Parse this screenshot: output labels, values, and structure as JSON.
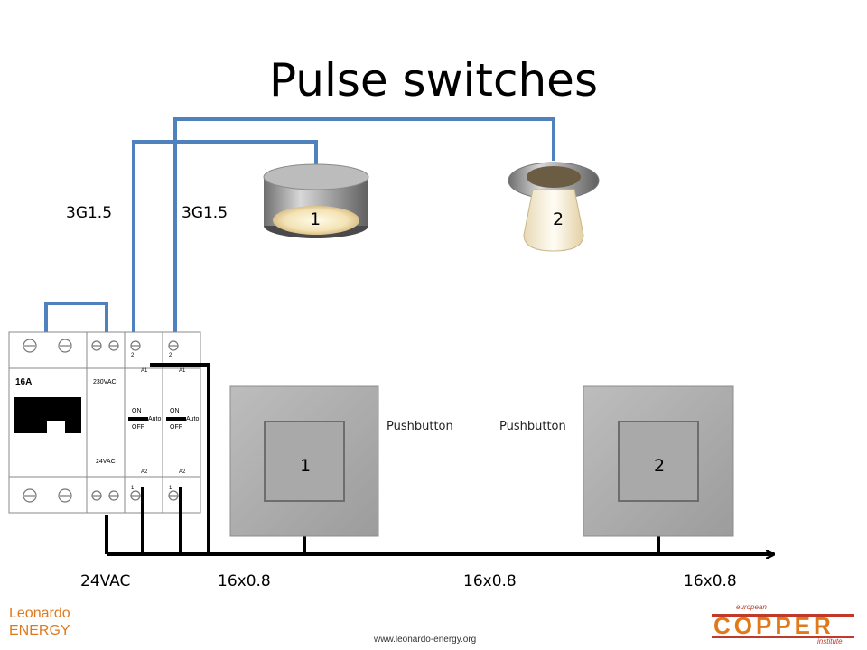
{
  "title": "Pulse switches",
  "cable_labels": {
    "top_left": "3G1.5",
    "top_right": "3G1.5",
    "bottom_24vac": "24VAC",
    "bottom_1": "16x0.8",
    "bottom_2": "16x0.8",
    "bottom_3": "16x0.8"
  },
  "lamps": [
    {
      "number": "1"
    },
    {
      "number": "2"
    }
  ],
  "pushbuttons": [
    {
      "number": "1",
      "label": "Pushbutton"
    },
    {
      "number": "2",
      "label": "Pushbutton"
    }
  ],
  "panel": {
    "breaker_rating": "16A",
    "voltage_top": "230VAC",
    "voltage_bottom": "24VAC",
    "switch_on": "ON",
    "switch_auto": "Auto",
    "switch_off": "OFF",
    "terminal_a1": "A1",
    "terminal_a2": "A2",
    "terminal_1": "1",
    "terminal_2": "2"
  },
  "footer": {
    "brand_line1": "Leonardo",
    "brand_line2": "ENERGY",
    "url": "www.leonardo-energy.org",
    "copper_small_top": "european",
    "copper_word": "COPPER",
    "copper_small_bottom": "institute"
  },
  "colors": {
    "wire_blue": "#4f81bd",
    "wire_black": "#000000",
    "accent_orange": "#e0791a",
    "copper_red": "#c0392b"
  }
}
